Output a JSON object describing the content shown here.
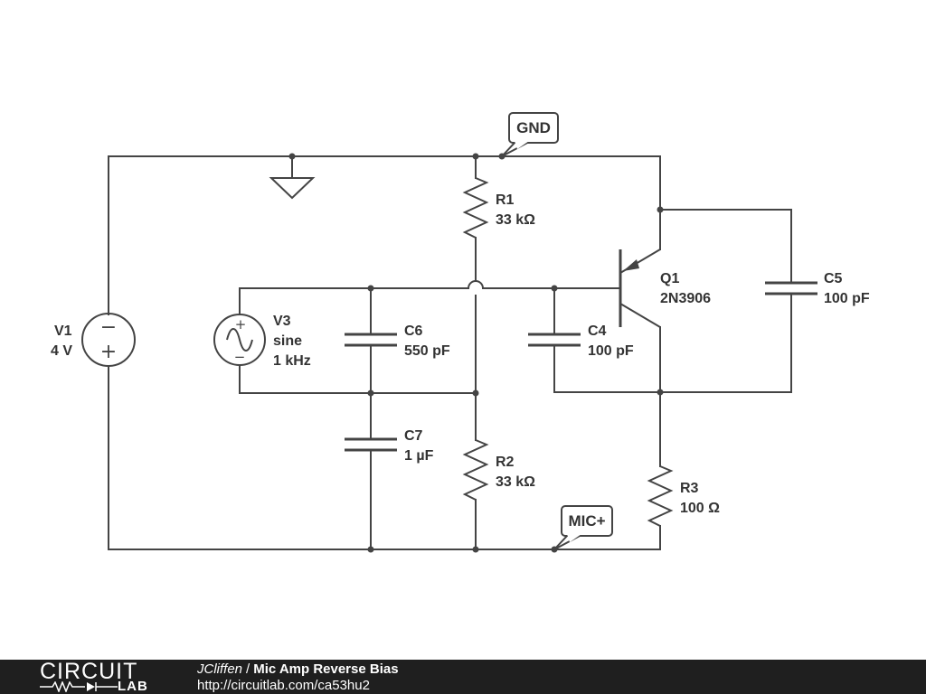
{
  "components": {
    "V1": {
      "name": "V1",
      "value": "4 V"
    },
    "V3": {
      "name": "V3",
      "wave": "sine",
      "freq": "1 kHz"
    },
    "R1": {
      "name": "R1",
      "value": "33 kΩ"
    },
    "R2": {
      "name": "R2",
      "value": "33 kΩ"
    },
    "R3": {
      "name": "R3",
      "value": "100 Ω"
    },
    "C4": {
      "name": "C4",
      "value": "100 pF"
    },
    "C5": {
      "name": "C5",
      "value": "100 pF"
    },
    "C6": {
      "name": "C6",
      "value": "550 pF"
    },
    "C7": {
      "name": "C7",
      "value": "1 µF"
    },
    "Q1": {
      "name": "Q1",
      "part": "2N3906"
    }
  },
  "net_labels": {
    "gnd": "GND",
    "mic": "MIC+"
  },
  "polarity": {
    "minus": "−",
    "plus": "+"
  },
  "footer": {
    "logo_top": "CIRCUIT",
    "logo_bottom": "LAB",
    "author": "JCliffen",
    "separator": "/",
    "title": "Mic Amp Reverse Bias",
    "url": "http://circuitlab.com/ca53hu2"
  },
  "colors": {
    "wire": "#444444",
    "footer_bg": "#1f1f1f"
  }
}
